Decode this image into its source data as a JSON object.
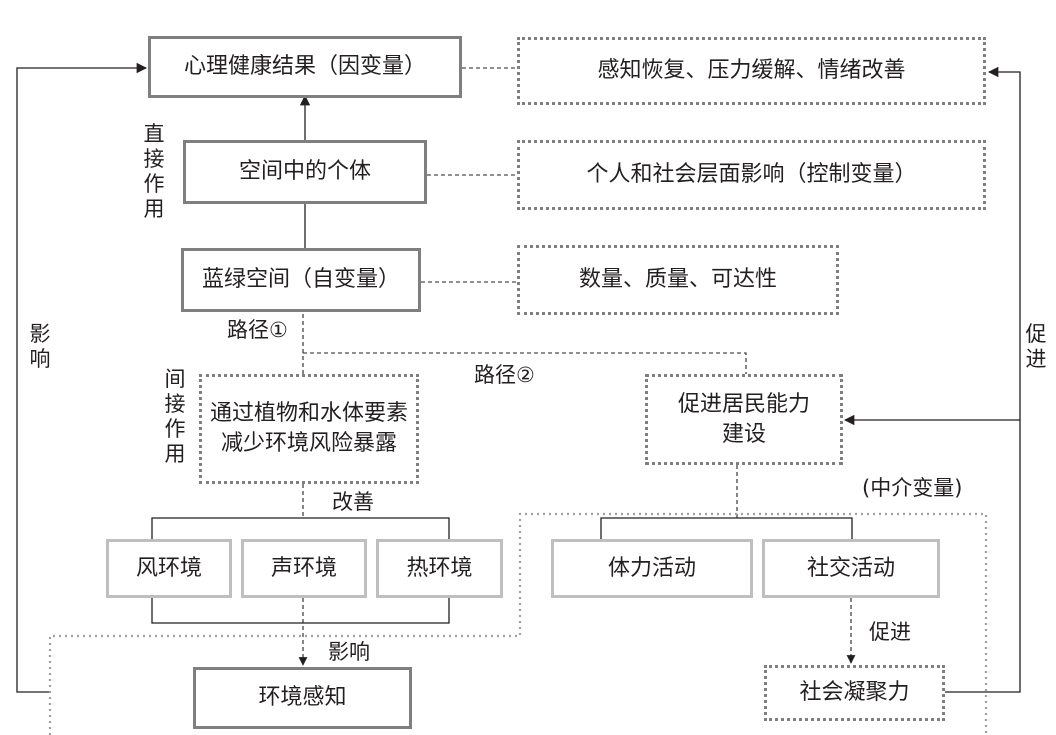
{
  "nodes": {
    "outcome": "心理健康结果（因变量）",
    "perception_relief": "感知恢复、压力缓解、情绪改善",
    "individual": "空间中的个体",
    "personal_social": "个人和社会层面影响（控制变量）",
    "blue_green": "蓝绿空间（自变量）",
    "quantity_quality": "数量、质量、可达性",
    "reduce_exposure": "通过植物和水体要素减少环境风险暴露",
    "capacity": "促进居民能力建设",
    "wind_env": "风环境",
    "sound_env": "声环境",
    "heat_env": "热环境",
    "physical": "体力活动",
    "social_activity": "社交活动",
    "env_perception": "环境感知",
    "cohesion": "社会凝聚力"
  },
  "labels": {
    "direct": "直接作用",
    "indirect": "间接作用",
    "influence_left": "影响",
    "promote_right": "促进",
    "path1": "路径①",
    "path2": "路径②",
    "improve": "改善",
    "influence_mid": "影响",
    "promote_mid": "促进",
    "mediator": "(中介变量)"
  }
}
